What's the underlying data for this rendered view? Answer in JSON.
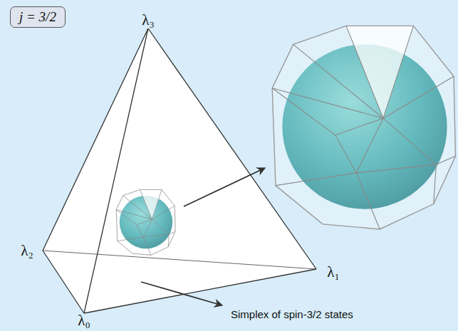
{
  "diagram": {
    "nodes": [
      {
        "text": [
          "j = 3/2"
        ]
      }
    ],
    "labels": [
      "λ₃",
      "λ₂",
      "λ₁",
      "λ₀",
      "Simplex of spin-3/2 states"
    ]
  }
}
